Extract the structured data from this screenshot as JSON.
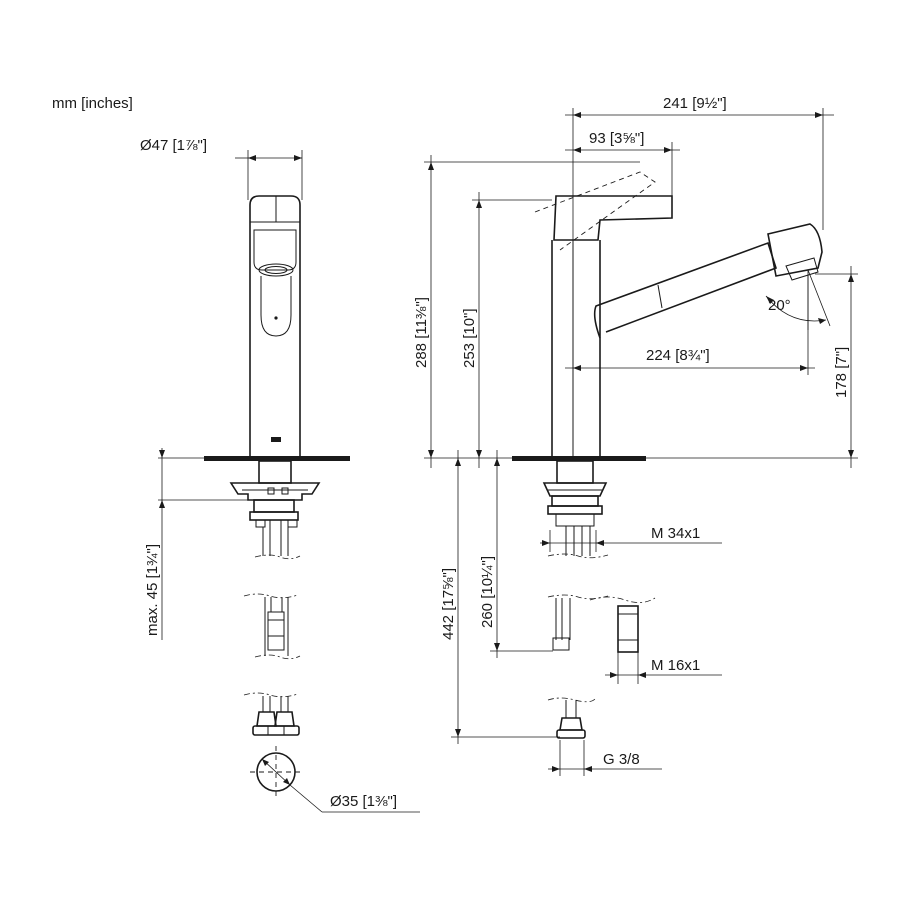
{
  "units_note": "mm [inches]",
  "dimensions": {
    "base_diameter": "Ø47 [1⅞\"]",
    "total_reach": "241 [9½\"]",
    "head_reach": "93 [3⅝\"]",
    "total_height": "288 [11⅜\"]",
    "spout_height": "253 [10\"]",
    "spout_reach": "224 [8¾\"]",
    "spray_angle": "20°",
    "outlet_height": "178 [7\"]",
    "max_deck_thickness": "max. 45 [1¾\"]",
    "hose_length": "442 [17⅝\"]",
    "supply_length": "260 [10¼\"]",
    "shank_thread": "M 34x1",
    "hose_thread": "M 16x1",
    "connection_thread": "G 3/8",
    "hole_diameter": "Ø35 [1⅜\"]"
  }
}
